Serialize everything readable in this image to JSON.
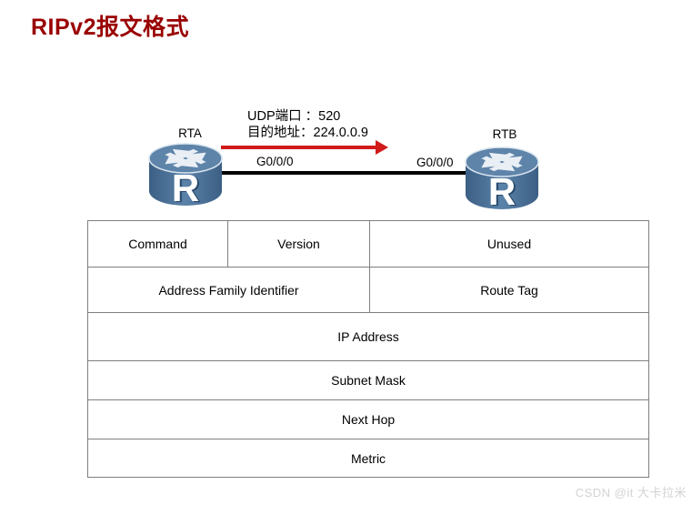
{
  "slide": {
    "title": "RIPv2报文格式"
  },
  "topology": {
    "router_a": {
      "name": "RTA",
      "interface": "G0/0/0",
      "letter": "R"
    },
    "router_b": {
      "name": "RTB",
      "interface": "G0/0/0",
      "letter": "R"
    },
    "annotation": {
      "udp_port_line": "UDP端口 ：520",
      "dest_addr_line": "目的地址：224.0.0.9"
    }
  },
  "packet_table": {
    "rows": [
      {
        "cells": [
          "Command",
          "Version",
          "Unused"
        ]
      },
      {
        "cells": [
          "Address Family Identifier",
          "Route Tag"
        ]
      },
      {
        "cells": [
          "IP Address"
        ]
      },
      {
        "cells": [
          "Subnet Mask"
        ]
      },
      {
        "cells": [
          "Next Hop"
        ]
      },
      {
        "cells": [
          "Metric"
        ]
      }
    ]
  },
  "watermark": "CSDN @it 大卡拉米",
  "colors": {
    "title": "#990000",
    "arrow_red": "#d11a1a",
    "link_black": "#000000",
    "table_border": "#7f7f7f",
    "router_body": "#466d93",
    "router_top": "#5e84a9",
    "watermark_gray": "#d3d3d3"
  }
}
